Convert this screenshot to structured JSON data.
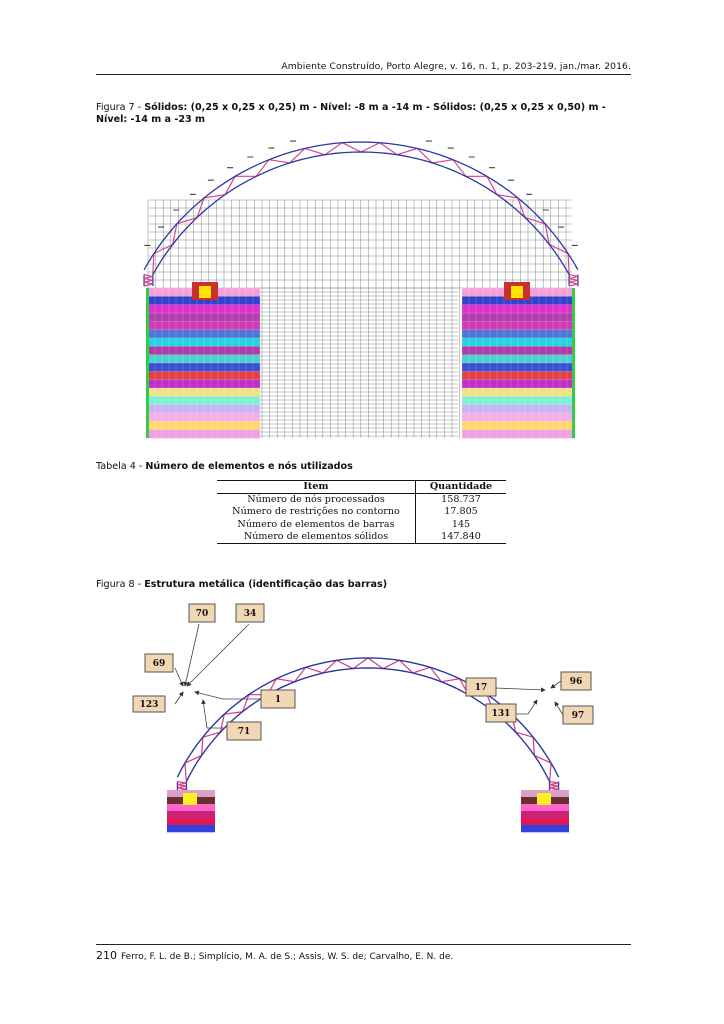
{
  "running_header": "Ambiente Construído, Porto Alegre, v. 16, n. 1, p. 203-219, jan./mar. 2016.",
  "figure7": {
    "label": "Figura 7",
    "separator": " - ",
    "title": "Sólidos: (0,25 x 0,25 x 0,25) m - Nível: -8 m a -14 m - Sólidos: (0,25 x 0,25 x 0,50) m - Nível: -14 m a -23 m"
  },
  "table4": {
    "label": "Tabela 4",
    "separator": " - ",
    "title": "Número de elementos e nós utilizados",
    "headers": [
      "Item",
      "Quantidade"
    ],
    "rows": [
      [
        "Número de nós processados",
        "158.737"
      ],
      [
        "Número de restrições no contorno",
        "17.805"
      ],
      [
        "Número de elementos de barras",
        "145"
      ],
      [
        "Número de elementos sólidos",
        "147.840"
      ]
    ]
  },
  "figure8": {
    "label": "Figura 8",
    "separator": " - ",
    "title": "Estrutura metálica (identificação das barras)",
    "callouts": {
      "c70": "70",
      "c34": "34",
      "c69": "69",
      "c123": "123",
      "c1": "1",
      "c71": "71",
      "c17": "17",
      "c131": "131",
      "c96": "96",
      "c97": "97"
    }
  },
  "colors": {
    "truss_chord": "#2b3a9c",
    "truss_web": "#d8418f",
    "callout_fill": "#f1d7b4",
    "callout_border": "#555555"
  },
  "footer": {
    "page_number": "210",
    "authors": "Ferro, F. L. de B.; Simplício, M. A. de S.; Assis, W. S. de; Carvalho, E. N. de."
  }
}
